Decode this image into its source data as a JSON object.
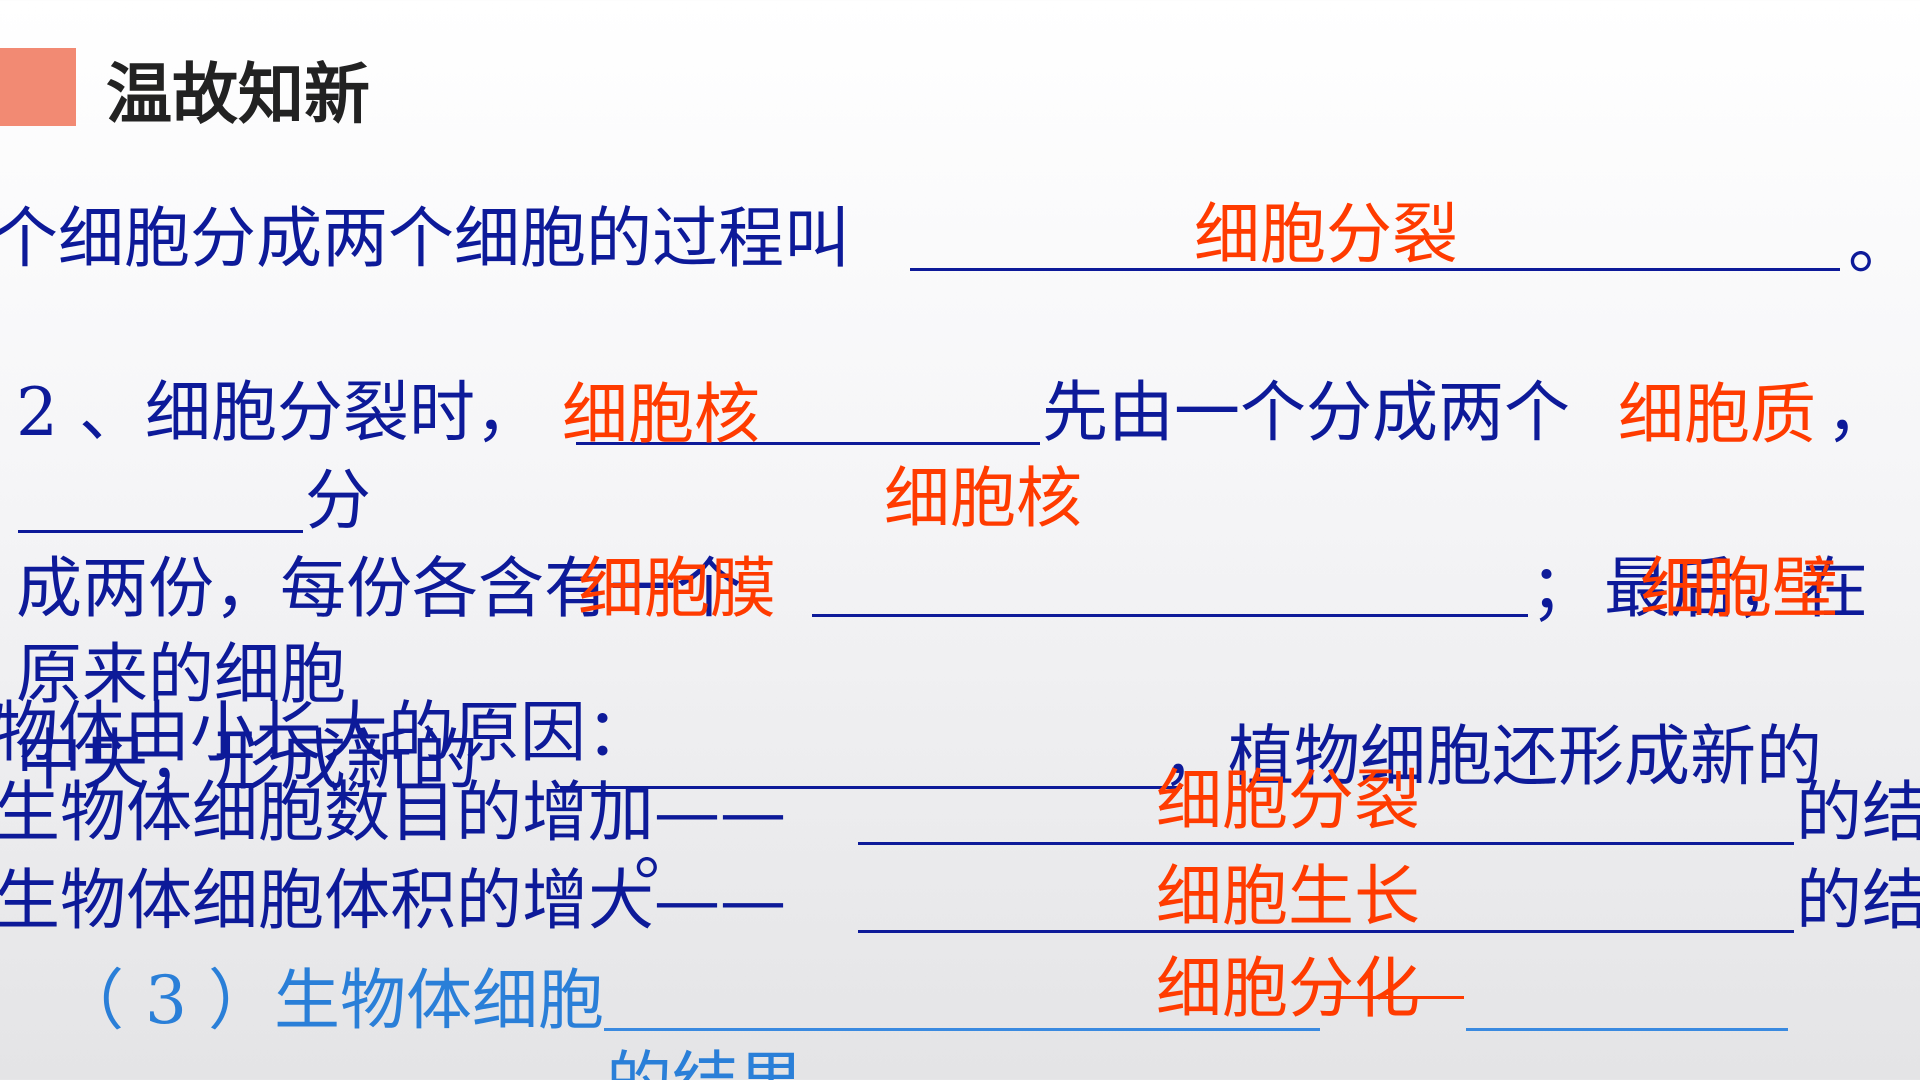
{
  "header": {
    "title": "温故知新"
  },
  "questions": {
    "q1": {
      "prefix": "个细胞分成两个细胞的过程叫",
      "suffix": "。",
      "answer": "细胞分裂"
    },
    "q2": {
      "line1_prefix": "2 、细胞分裂时，",
      "line1_mid": "先由一个分成两个",
      "line1_end": "，",
      "line2": "分",
      "line3_prefix": "成两份，每份各含有一个",
      "line3_semi": "；",
      "line3_tail": "最后，在",
      "line4": "原来的细胞",
      "line5_prefix": "中央，形成新的",
      "line5_tail": "，植物细胞还形成新的",
      "line6": "。",
      "answers": [
        "细胞核",
        "细胞质",
        "细胞核",
        "细胞膜",
        "细胞壁"
      ]
    },
    "q3": {
      "heading": "物体由小长大的原因：",
      "line1_prefix": "生物体细胞数目的增加——",
      "line1_suffix": "的结",
      "line2_prefix": "生物体细胞体积的增大——",
      "line2_suffix": "的结",
      "line3_prefix": "（ 3 ）生物体细胞",
      "line3_tail": "的结果",
      "answers": [
        "细胞分裂",
        "细胞生长",
        "细胞分化"
      ]
    }
  },
  "colors": {
    "accent": "#f28a73",
    "question_text": "#0d1a99",
    "answer_text": "#ff3b00",
    "sub_question_text": "#2a7fd8"
  }
}
